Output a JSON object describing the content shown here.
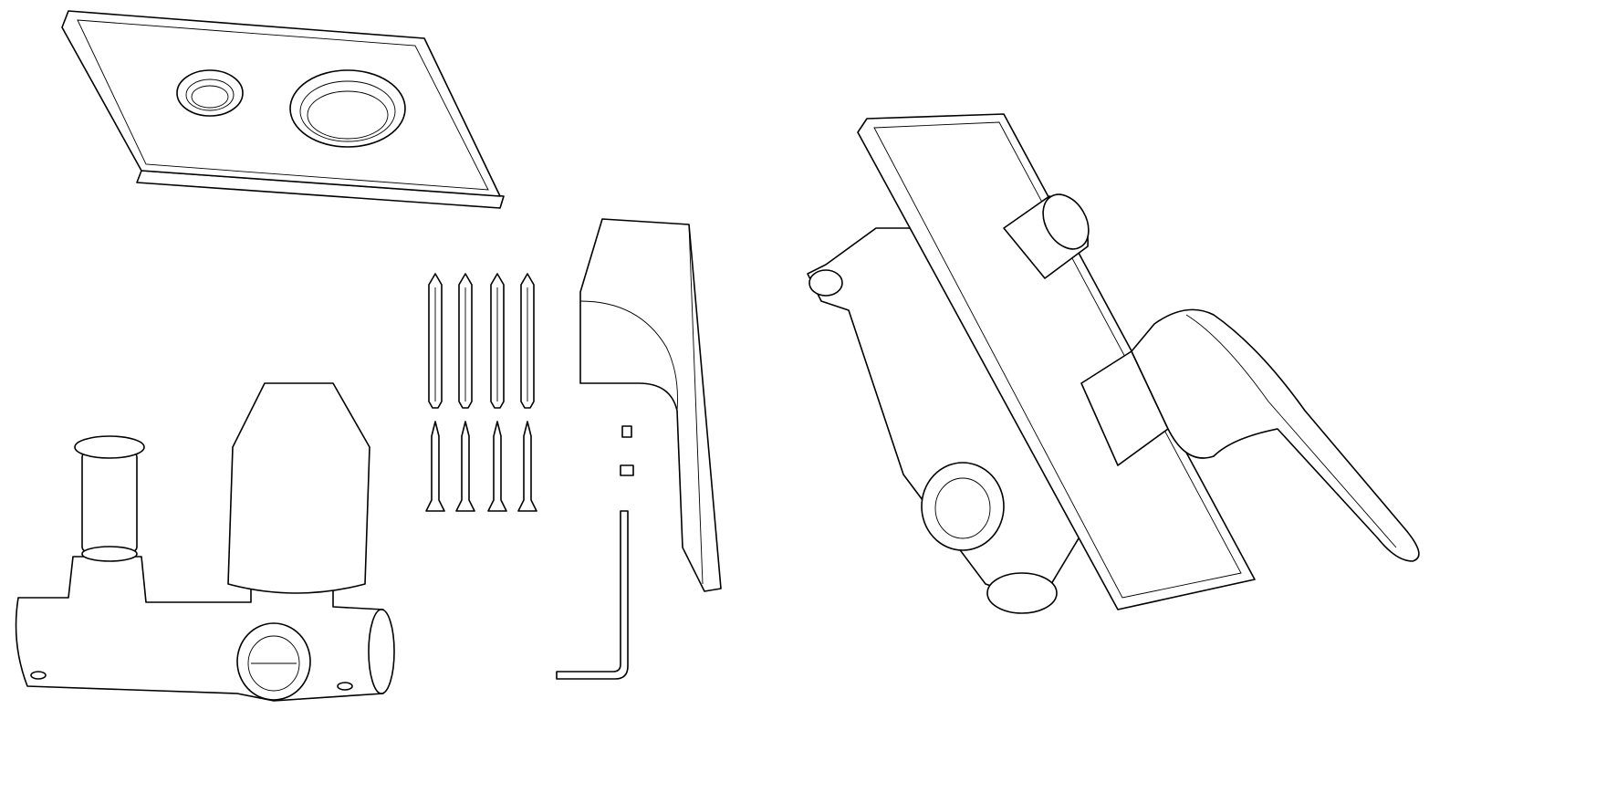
{
  "colors": {
    "background": "#ffffff",
    "line": "#000000"
  },
  "parts": {
    "cover_plate": "cover-plate",
    "valve_body": "valve-body",
    "wall_anchors_count": 4,
    "screws_count": 4,
    "lever_handle": "lever-handle",
    "allen_key": "allen-key",
    "assembled_view": "assembled-mixer"
  }
}
